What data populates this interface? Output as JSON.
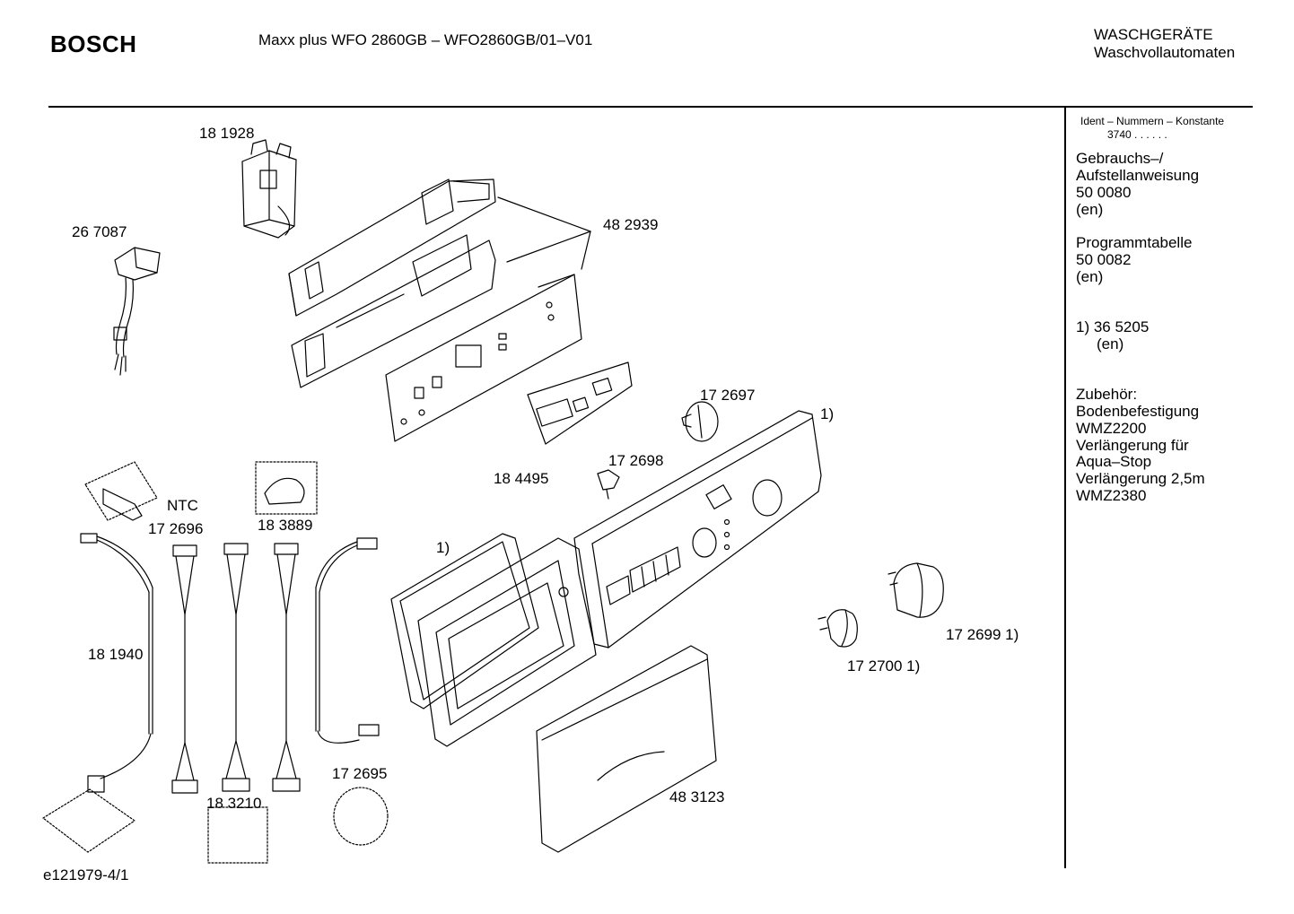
{
  "header": {
    "brand": "BOSCH",
    "model": "Maxx plus WFO 2860GB – WFO2860GB/01–V01",
    "category": "WASCHGERÄTE",
    "subcategory": "Waschvollautomaten"
  },
  "sidebar": {
    "ident_label": "Ident – Nummern – Konstante",
    "ident_value": "3740  .  .   .  .  .  .",
    "manual_title_1": "Gebrauchs–/",
    "manual_title_2": "Aufstellanweisung",
    "manual_number": "50 0080",
    "manual_lang": "(en)",
    "program_title": "Programmtabelle",
    "program_number": "50 0082",
    "program_lang": "(en)",
    "note_number": "1)  36 5205",
    "note_lang": "(en)",
    "acc_title": "Zubehör:",
    "acc_1": "Bodenbefestigung",
    "acc_2": "WMZ2200",
    "acc_3": "Verlängerung für",
    "acc_4": "Aqua–Stop",
    "acc_5": "Verlängerung 2,5m",
    "acc_6": "WMZ2380"
  },
  "parts": {
    "p181928": "18 1928",
    "p267087": "26 7087",
    "p482939": "48 2939",
    "p172697": "17 2697",
    "note1_panel": "1)",
    "p184495": "18 4495",
    "p172698": "17 2698",
    "ntc": "NTC",
    "p172696": "17 2696",
    "p183889": "18 3889",
    "note1_gasket": "1)",
    "p181940": "18 1940",
    "p172699": "17 2699 1)",
    "p172700": "17 2700 1)",
    "p172695": "17 2695",
    "p183210": "18 3210",
    "p483123": "48 3123"
  },
  "footer": {
    "drawing_id": "e121979-4/1"
  }
}
